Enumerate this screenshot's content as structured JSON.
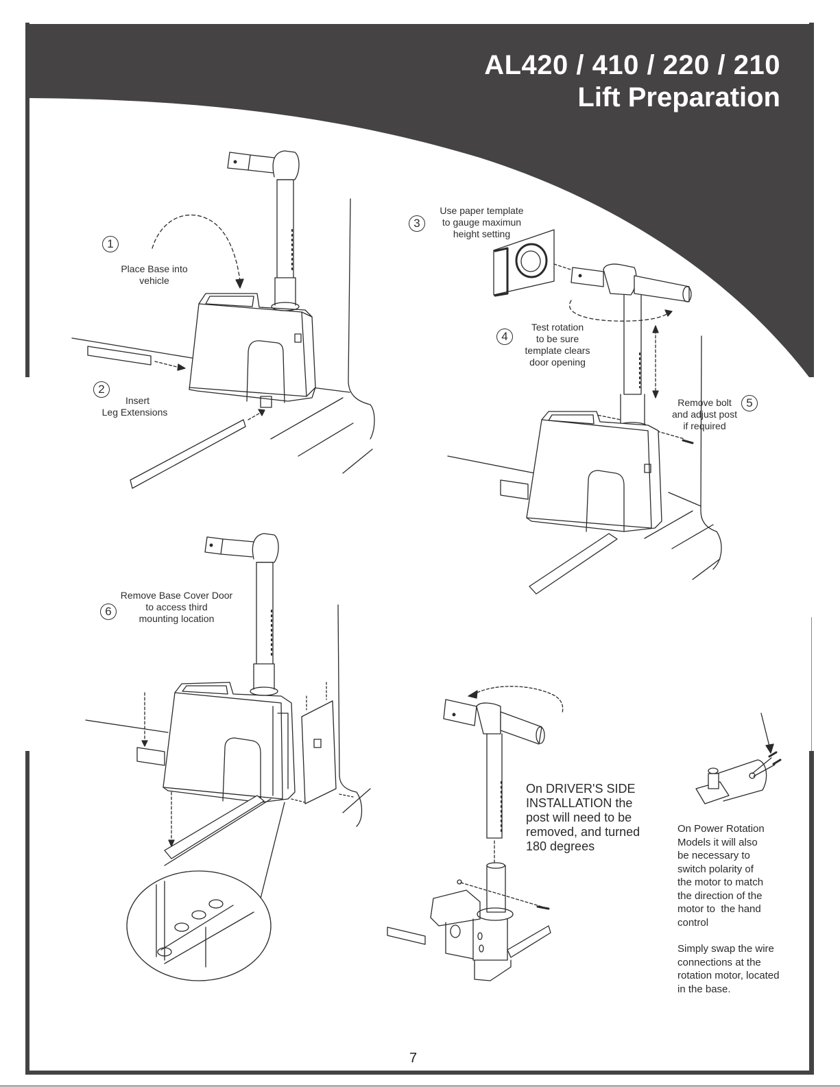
{
  "header": {
    "title_models": "AL420 / 410 / 220 / 210",
    "title_section": "Lift Preparation",
    "banner_color": "#454344"
  },
  "steps": [
    {
      "number": "1",
      "caption_lines": [
        "Place Base into",
        "vehicle"
      ]
    },
    {
      "number": "2",
      "caption_lines": [
        "Insert",
        "Leg Extensions"
      ]
    },
    {
      "number": "3",
      "caption_lines": [
        "Use paper template",
        "to gauge maximun",
        "height setting"
      ]
    },
    {
      "number": "4",
      "caption_lines": [
        "Test rotation",
        "to be sure",
        "template clears",
        "door opening"
      ]
    },
    {
      "number": "5",
      "caption_lines": [
        "Remove bolt",
        "and adjust post",
        "if required"
      ]
    },
    {
      "number": "6",
      "caption_lines": [
        "Remove Base Cover Door",
        "to access third",
        "mounting location"
      ]
    }
  ],
  "driver_side_note": {
    "lines": [
      "On DRIVER'S SIDE",
      "INSTALLATION the",
      "post will need to be",
      "removed, and turned",
      "180 degrees"
    ]
  },
  "power_rotation_note": {
    "paragraph1": [
      "On Power Rotation",
      "Models it will also",
      "be necessary to",
      "switch polarity of",
      "the motor to match",
      "the direction of the",
      "motor to  the hand",
      "control"
    ],
    "paragraph2": [
      "Simply swap the wire",
      "connections at the",
      "rotation motor, located",
      "in the base."
    ]
  },
  "illustrations": [
    {
      "name": "base-placement-illustration",
      "depicts": "lift base with post placed in vehicle, leg extensions being inserted"
    },
    {
      "name": "template-rotation-illustration",
      "depicts": "lift with paper template and rotating T-arm, height adjustment"
    },
    {
      "name": "base-cover-door-illustration",
      "depicts": "base cover door removed with detail callout of mounting holes"
    },
    {
      "name": "post-removal-illustration",
      "depicts": "post removed from base and turned 180 degrees"
    },
    {
      "name": "rotation-motor-illustration",
      "depicts": "rotation motor with wire connections"
    }
  ],
  "footer": {
    "page_number": "7"
  }
}
